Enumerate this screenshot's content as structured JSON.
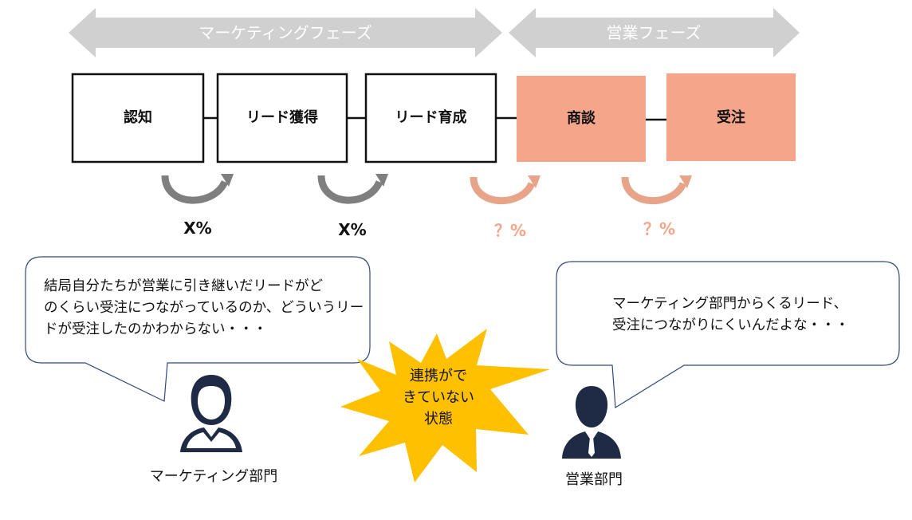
{
  "phases": [
    {
      "label": "マーケティングフェーズ"
    },
    {
      "label": "営業フェーズ"
    }
  ],
  "stages": [
    {
      "label": "認知",
      "style": "outline"
    },
    {
      "label": "リード獲得",
      "style": "outline"
    },
    {
      "label": "リード育成",
      "style": "outline"
    },
    {
      "label": "商談",
      "style": "filled"
    },
    {
      "label": "受注",
      "style": "filled"
    }
  ],
  "conversions": [
    {
      "label": "X%",
      "color": "#111111",
      "arrow_color": "#7f7f7f"
    },
    {
      "label": "X%",
      "color": "#111111",
      "arrow_color": "#7f7f7f"
    },
    {
      "label": "？%",
      "color": "#f4a58a",
      "arrow_color": "#e8a488"
    },
    {
      "label": "？%",
      "color": "#f4a58a",
      "arrow_color": "#e8a488"
    }
  ],
  "speech_left": {
    "lines": [
      "結局自分たちが営業に引き継いだリードがど",
      "のくらい受注につながっているのか、どういうリー",
      "ドが受注したのかわからない・・・"
    ]
  },
  "speech_right": {
    "lines": [
      "マーケティング部門からくるリード、",
      "受注につながりにくいんだよな・・・"
    ]
  },
  "burst": {
    "lines": [
      "連携がで",
      "きていない",
      "状態"
    ]
  },
  "people": {
    "marketing": {
      "label": "マーケティング部門",
      "icon": "person-icon"
    },
    "sales": {
      "label": "営業部門",
      "icon": "businessman-icon"
    }
  },
  "colors": {
    "phase_arrow": "#d0d0d0",
    "stage_fill": "#f4a58a",
    "stage_border": "#111111",
    "burst_fill": "#ffc000",
    "bubble_border": "#2f4a7a",
    "person_navy": "#1f2a44"
  }
}
